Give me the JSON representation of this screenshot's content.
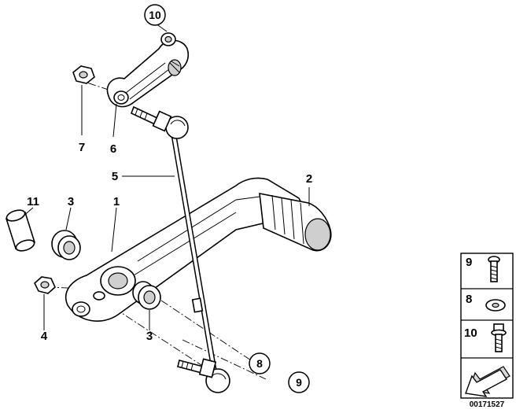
{
  "callouts": {
    "top_circle": "10",
    "part7": "7",
    "part6": "6",
    "part5": "5",
    "part2": "2",
    "part11": "11",
    "part3_upper": "3",
    "part1": "1",
    "part4": "4",
    "part3_lower": "3",
    "circle8": "8",
    "circle9": "9"
  },
  "legend": {
    "items": [
      {
        "number": "9",
        "icon": "bolt-icon"
      },
      {
        "number": "8",
        "icon": "washer-icon"
      },
      {
        "number": "10",
        "icon": "flange-bolt-icon"
      }
    ],
    "arrow_icon": "front-direction-arrow-icon"
  },
  "diagram_id": "00171527"
}
